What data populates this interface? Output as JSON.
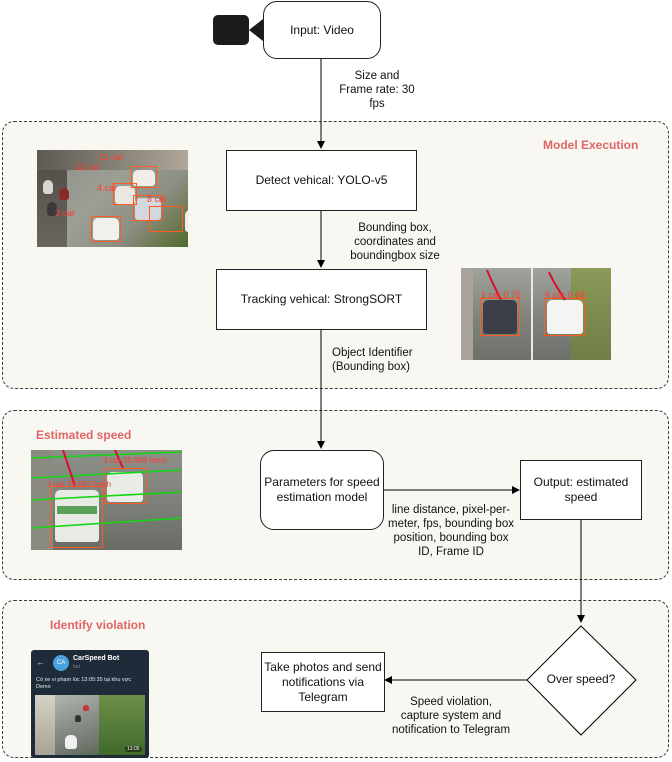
{
  "input_node": {
    "label": "Input: Video",
    "icon": "video-camera-icon"
  },
  "edge_input_detect": "Size and\nFrame rate: 30\nfps",
  "groups": {
    "model_execution": "Model Execution",
    "estimated_speed": "Estimated speed",
    "identify_violation": "Identify violation"
  },
  "detect_node": "Detect vehical: YOLO-v5",
  "edge_detect_track": "Bounding box,\ncoordinates and\nboundingbox size",
  "tracking_node": "Tracking vehical: StrongSORT",
  "edge_track_params": "Object Identifier\n(Bounding box)",
  "params_node": "Parameters for speed\nestimation model",
  "edge_params_output": "line distance, pixel-per-\nmeter, fps, bounding box\nposition, bounding box\nID, Frame ID",
  "output_node": "Output: estimated\nspeed",
  "decision_node": "Over speed?",
  "edge_decision_action": "Speed violation,\ncapture system and\nnotification to Telegram",
  "action_node": "Take photos and send\nnotifications via\nTelegram",
  "photo_detect": {
    "labels": [
      "11 car",
      "13 car",
      "4 car",
      "8 car",
      "2 car"
    ]
  },
  "photo_tracking": {
    "labels": [
      "1 car 0.75",
      "6 car 0.68"
    ]
  },
  "photo_speed": {
    "labels": [
      "3 car 35.969 km/h",
      "4 car 35.067 km/h"
    ]
  },
  "telegram": {
    "avatar": "CA",
    "bot_name": "CarSpeed Bot",
    "status": "bot",
    "message": "Có xe vi phạm lúc 13:05:35 tại khu vực Demo",
    "time": "13:05"
  }
}
